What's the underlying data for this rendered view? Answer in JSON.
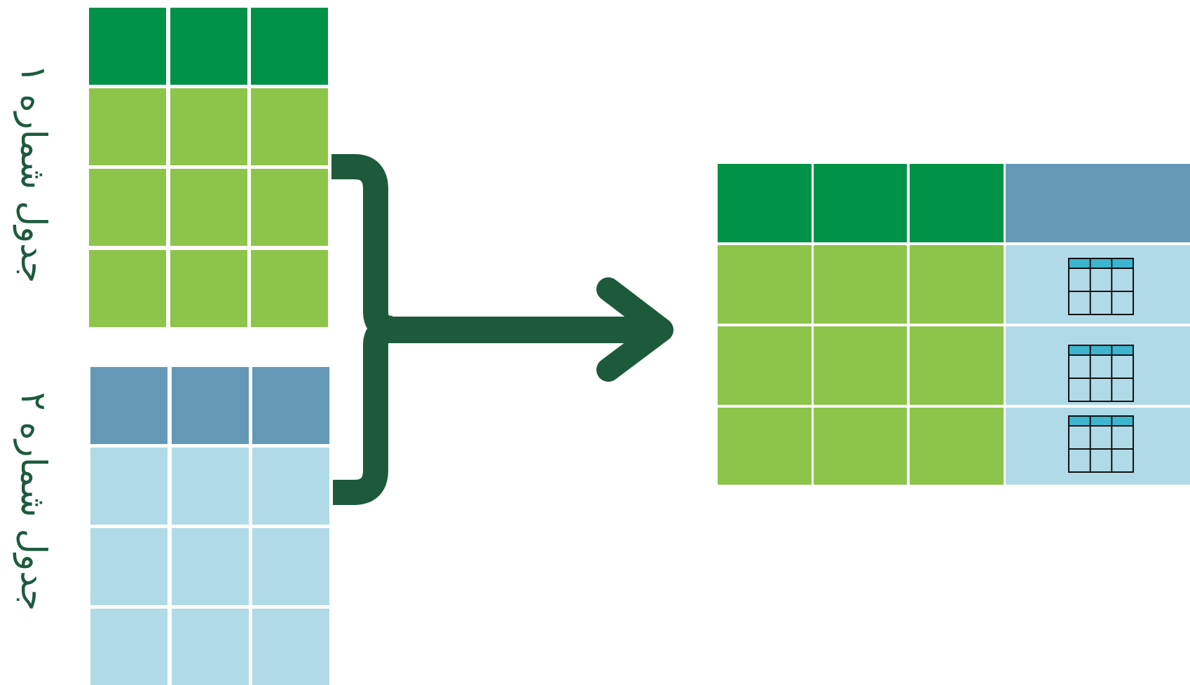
{
  "labels": {
    "table_1": "جدول شماره ۱",
    "table_2": "جدول شماره ۲"
  },
  "colors": {
    "green_header": "#009247",
    "green_body": "#8dc44a",
    "blue_header": "#6399b7",
    "blue_body": "#b1dae9",
    "connector": "#1d5a3c",
    "nested_header": "#3db5cf",
    "nested_line": "#111111",
    "label_text": "#1d5a3c"
  },
  "tables": {
    "table_1": {
      "rows": 4,
      "columns": 3,
      "header_rows": 1
    },
    "table_2": {
      "rows": 4,
      "columns": 3,
      "header_rows": 1
    },
    "result": {
      "rows": 4,
      "columns": 4,
      "header_rows": 1,
      "nested_table_column": 4
    }
  }
}
